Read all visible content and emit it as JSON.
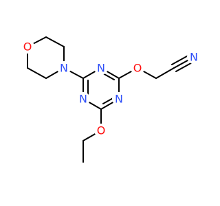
{
  "molecule": {
    "colors": {
      "carbon_bond": "#000000",
      "nitrogen": "#3050f8",
      "oxygen": "#ff0d0d",
      "background": "#ffffff"
    },
    "atoms": {
      "ring_n_top": "N",
      "ring_n_left": "N",
      "ring_n_right": "N",
      "morpholine_n": "N",
      "morpholine_o": "O",
      "ether_o_right": "O",
      "nitrile_n": "N",
      "ethoxy_o": "O"
    }
  }
}
